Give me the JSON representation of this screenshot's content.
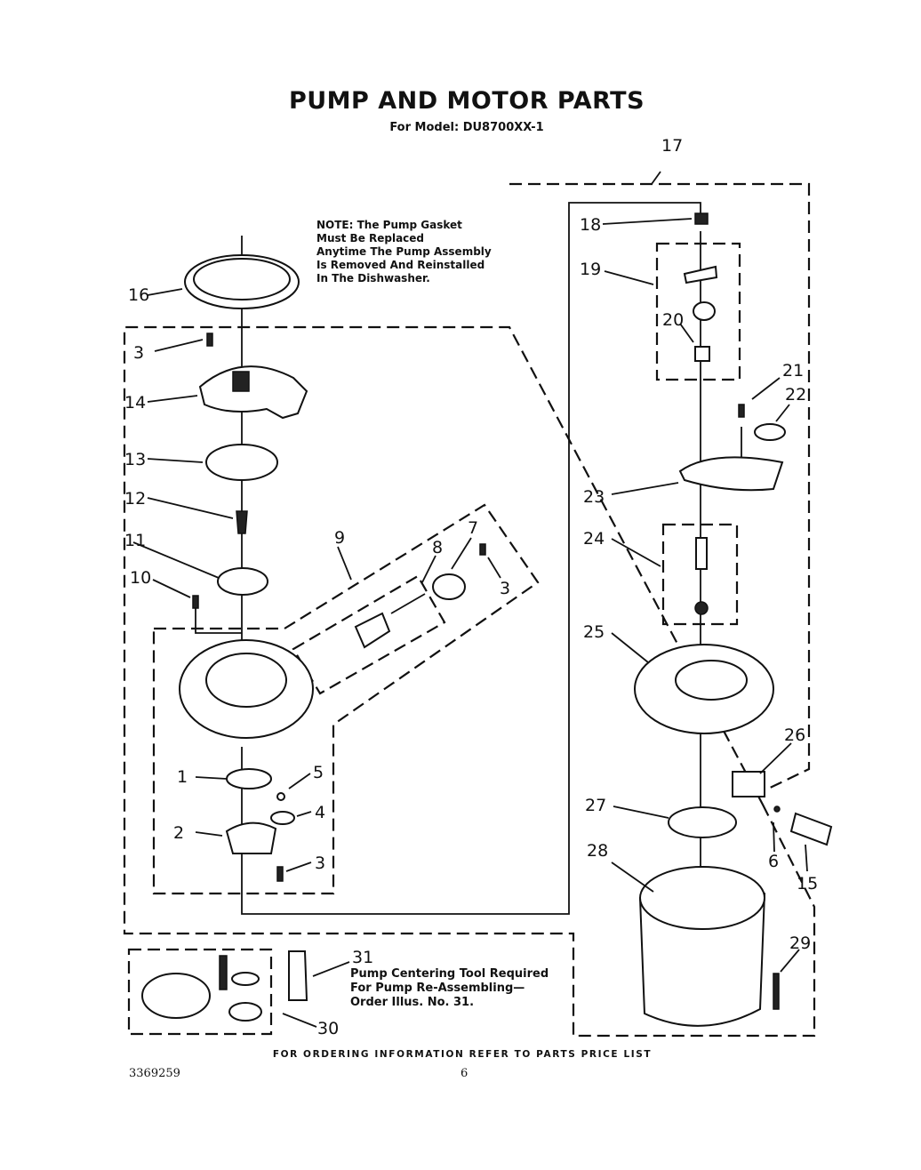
{
  "title": "PUMP AND MOTOR PARTS",
  "subtitle": "For Model: DU8700XX-1",
  "note": [
    "NOTE: The Pump Gasket",
    "Must Be Replaced",
    "Anytime The Pump Assembly",
    "Is Removed And Reinstalled",
    "In The Dishwasher."
  ],
  "tool_note": [
    "Pump Centering Tool Required",
    "For Pump Re-Assembling—",
    "Order Illus. No. 31."
  ],
  "footer": "FOR ORDERING INFORMATION REFER TO PARTS PRICE LIST",
  "doc_number": "3369259",
  "page_number": "6",
  "callouts": {
    "c1": "1",
    "c2": "2",
    "c3a": "3",
    "c3b": "3",
    "c3c": "3",
    "c4": "4",
    "c5": "5",
    "c6": "6",
    "c7": "7",
    "c8": "8",
    "c9": "9",
    "c10": "10",
    "c11": "11",
    "c12": "12",
    "c13": "13",
    "c14": "14",
    "c15": "15",
    "c16": "16",
    "c17": "17",
    "c18": "18",
    "c19": "19",
    "c20": "20",
    "c21": "21",
    "c22": "22",
    "c23": "23",
    "c24": "24",
    "c25": "25",
    "c26": "26",
    "c27": "27",
    "c28": "28",
    "c29": "29",
    "c30": "30",
    "c31": "31"
  }
}
